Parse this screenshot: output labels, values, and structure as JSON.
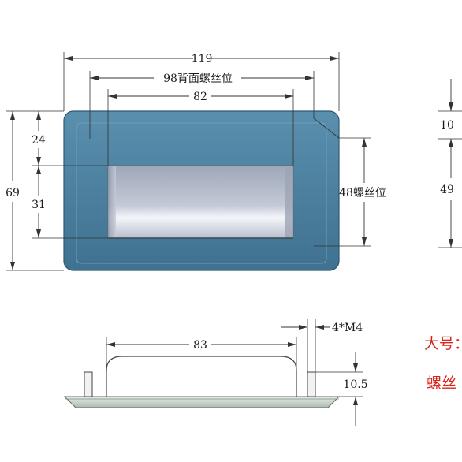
{
  "dimensions": {
    "overall_width": "119",
    "back_screw_spacing": "98背面螺丝位",
    "opening_width": "82",
    "height_upper": "24",
    "height_opening": "31",
    "overall_height": "69",
    "side_screw_spacing": "48螺丝位",
    "right_view_top": "10",
    "right_view_height": "49",
    "handle_length": "83",
    "screw_spec": "4*M4",
    "stud_height": "10.5"
  },
  "notes": {
    "size_label": "大号：",
    "screw_label": "螺丝"
  },
  "colors": {
    "body": "#4a7f9d",
    "body_edge": "#3a6a86",
    "opening": "#b4bccb",
    "note_red": "#d9261c"
  }
}
